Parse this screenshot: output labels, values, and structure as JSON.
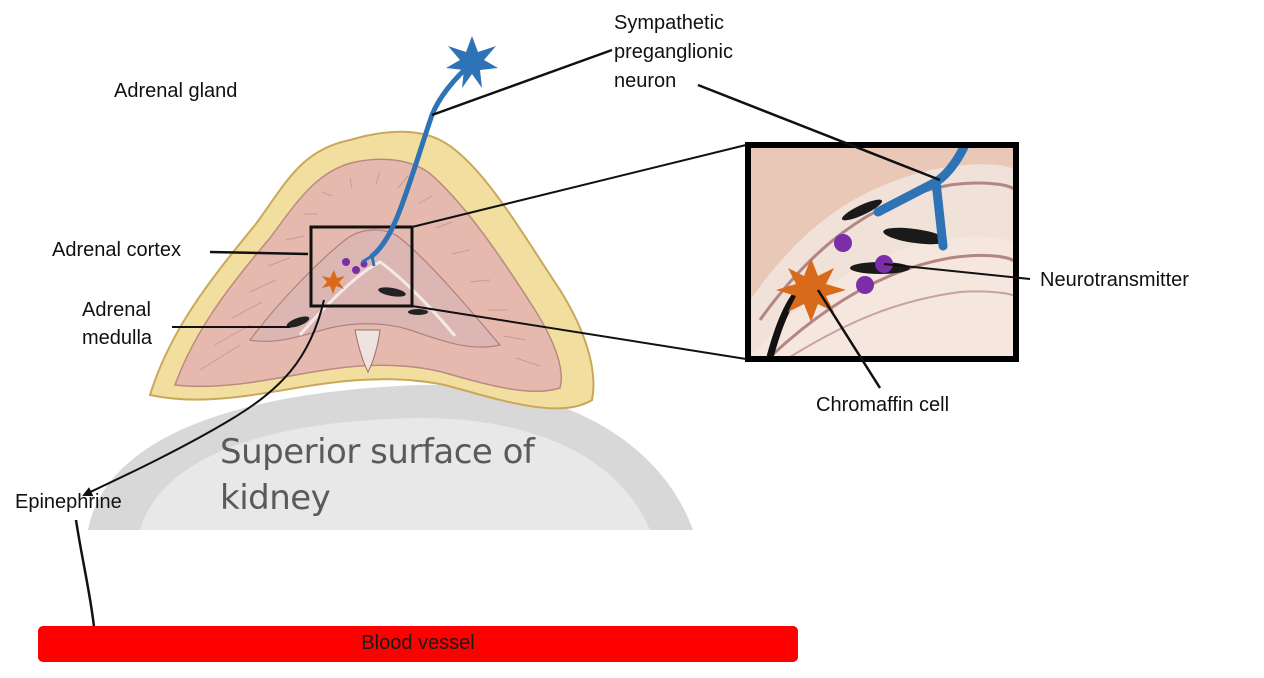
{
  "labels": {
    "adrenal_gland": "Adrenal gland",
    "sympathetic_line1": "Sympathetic",
    "sympathetic_line2": "preganglionic",
    "sympathetic_line3": "neuron",
    "adrenal_cortex": "Adrenal cortex",
    "adrenal_medulla_line1": "Adrenal",
    "adrenal_medulla_line2": "medulla",
    "neurotransmitter": "Neurotransmitter",
    "chromaffin_cell": "Chromaffin cell",
    "epinephrine": "Epinephrine",
    "blood_vessel": "Blood vessel",
    "kidney_line1": "Superior surface of",
    "kidney_line2": "kidney"
  },
  "colors": {
    "neuron": "#2e73b5",
    "chromaffin": "#d96a1c",
    "neurotransmitter": "#7a2fa8",
    "blood_vessel": "#ff0000",
    "capsule": "#f2dfa0",
    "cortex": "#e6b9ae",
    "medulla": "#dcb6b3"
  }
}
